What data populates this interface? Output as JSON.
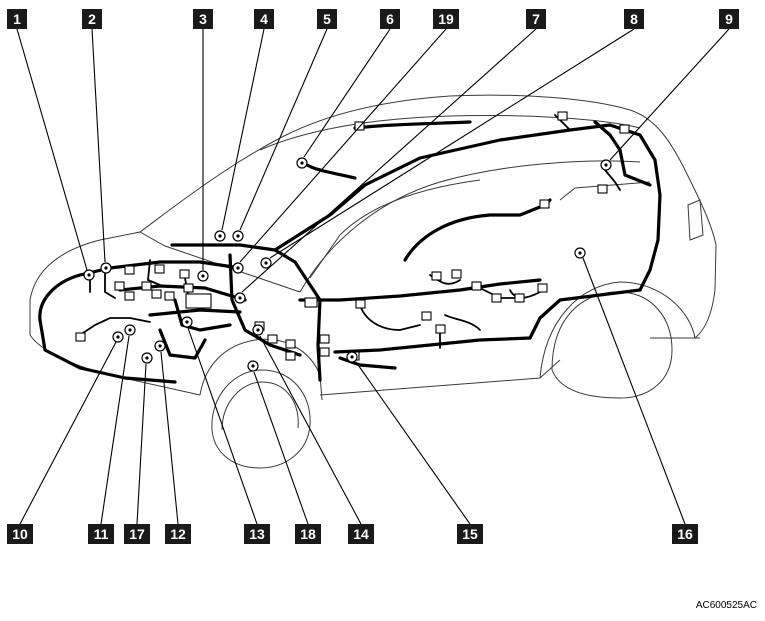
{
  "figure_code": "AC600525AC",
  "callouts": [
    {
      "label": "1"
    },
    {
      "label": "2"
    },
    {
      "label": "3"
    },
    {
      "label": "4"
    },
    {
      "label": "5"
    },
    {
      "label": "6"
    },
    {
      "label": "19"
    },
    {
      "label": "7"
    },
    {
      "label": "8"
    },
    {
      "label": "9"
    },
    {
      "label": "10"
    },
    {
      "label": "11"
    },
    {
      "label": "17"
    },
    {
      "label": "12"
    },
    {
      "label": "13"
    },
    {
      "label": "18"
    },
    {
      "label": "14"
    },
    {
      "label": "15"
    },
    {
      "label": "16"
    }
  ],
  "colors": {
    "callout_fill": "#1a1a1a",
    "callout_text": "#ffffff",
    "line": "#000000"
  }
}
